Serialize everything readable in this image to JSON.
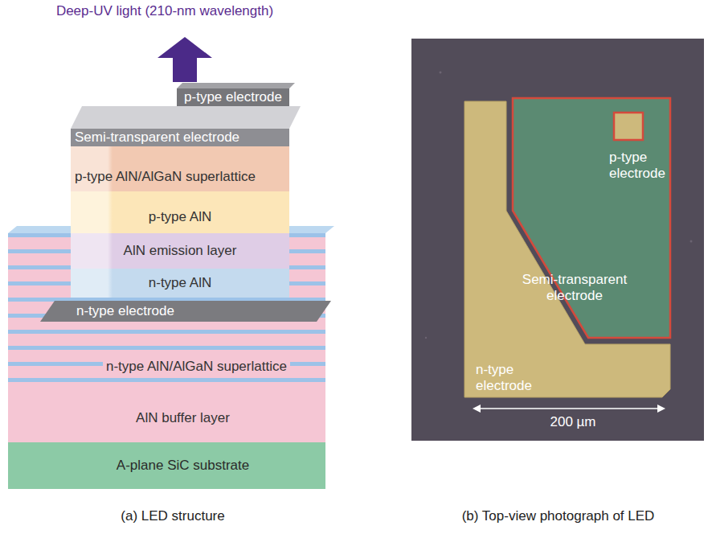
{
  "diagram": {
    "nodes": [
      {
        "text": [
          "p-type electrode"
        ]
      },
      {
        "text": [
          "Semi-transparent electrode"
        ]
      },
      {
        "text": [
          "p-type AlN/AlGaN superlattice"
        ]
      },
      {
        "text": [
          "p-type AlN"
        ]
      },
      {
        "text": [
          "AlN emission layer"
        ]
      },
      {
        "text": [
          "n-type AlN"
        ]
      },
      {
        "text": [
          "n-type electrode"
        ]
      },
      {
        "text": [
          "n-type AlN/AlGaN superlattice"
        ]
      },
      {
        "text": [
          "AlN buffer layer"
        ]
      },
      {
        "text": [
          "A-plane SiC substrate"
        ]
      }
    ],
    "labels": [
      "Deep-UV light (210-nm wavelength)",
      "p-type electrode",
      "Semi-transparent electrode",
      "n-type electrode",
      "200 µm",
      "(a) LED structure",
      "(b) Top-view photograph of LED"
    ]
  }
}
